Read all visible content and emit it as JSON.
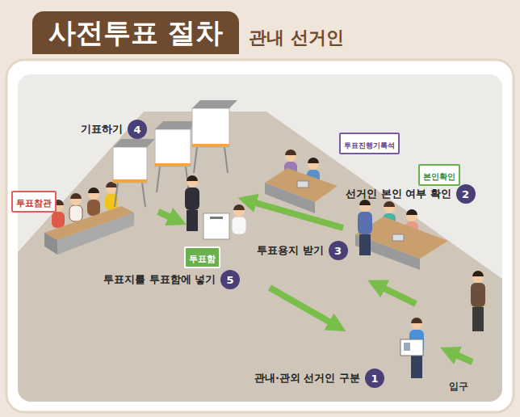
{
  "diagram": {
    "title": "사전투표 절차",
    "nodes": [
      {
        "text": [
          "기표하기",
          "4"
        ]
      },
      {
        "text": [
          "투표진행기록석"
        ]
      },
      {
        "text": [
          "본인확인"
        ]
      },
      {
        "text": [
          "선거인 본인 여부 확인",
          "2"
        ]
      },
      {
        "text": [
          "투표참관"
        ]
      },
      {
        "text": [
          "투표용지 받기",
          "3"
        ]
      },
      {
        "text": [
          "투표함"
        ]
      },
      {
        "text": [
          "투표지를 투표함에 넣기",
          "5"
        ]
      },
      {
        "text": [
          "관내·관외 선거인 구분",
          "1"
        ]
      }
    ],
    "labels": [
      "관내 선거인",
      "입구"
    ]
  }
}
